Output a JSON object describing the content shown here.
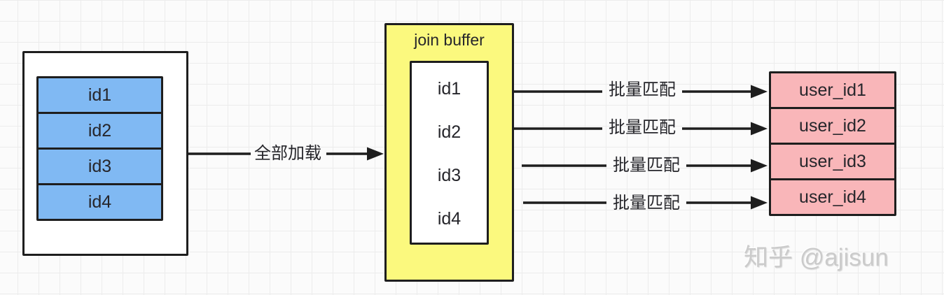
{
  "diagram": {
    "left_table": {
      "rows": [
        "id1",
        "id2",
        "id3",
        "id4"
      ]
    },
    "load_arrow": {
      "label": "全部加载"
    },
    "join_buffer": {
      "title": "join buffer",
      "items": [
        "id1",
        "id2",
        "id3",
        "id4"
      ]
    },
    "match_arrows": [
      {
        "label": "批量匹配"
      },
      {
        "label": "批量匹配"
      },
      {
        "label": "批量匹配"
      },
      {
        "label": "批量匹配"
      }
    ],
    "right_table": {
      "rows": [
        "user_id1",
        "user_id2",
        "user_id3",
        "user_id4"
      ]
    },
    "watermark": "知乎 @ajisun"
  },
  "colors": {
    "row_blue": "#80B9F3",
    "buffer_yellow": "#FBF97E",
    "row_pink": "#F9B6B9",
    "stroke": "#1E1E1E",
    "watermark_gray": "#CBCBCB"
  }
}
